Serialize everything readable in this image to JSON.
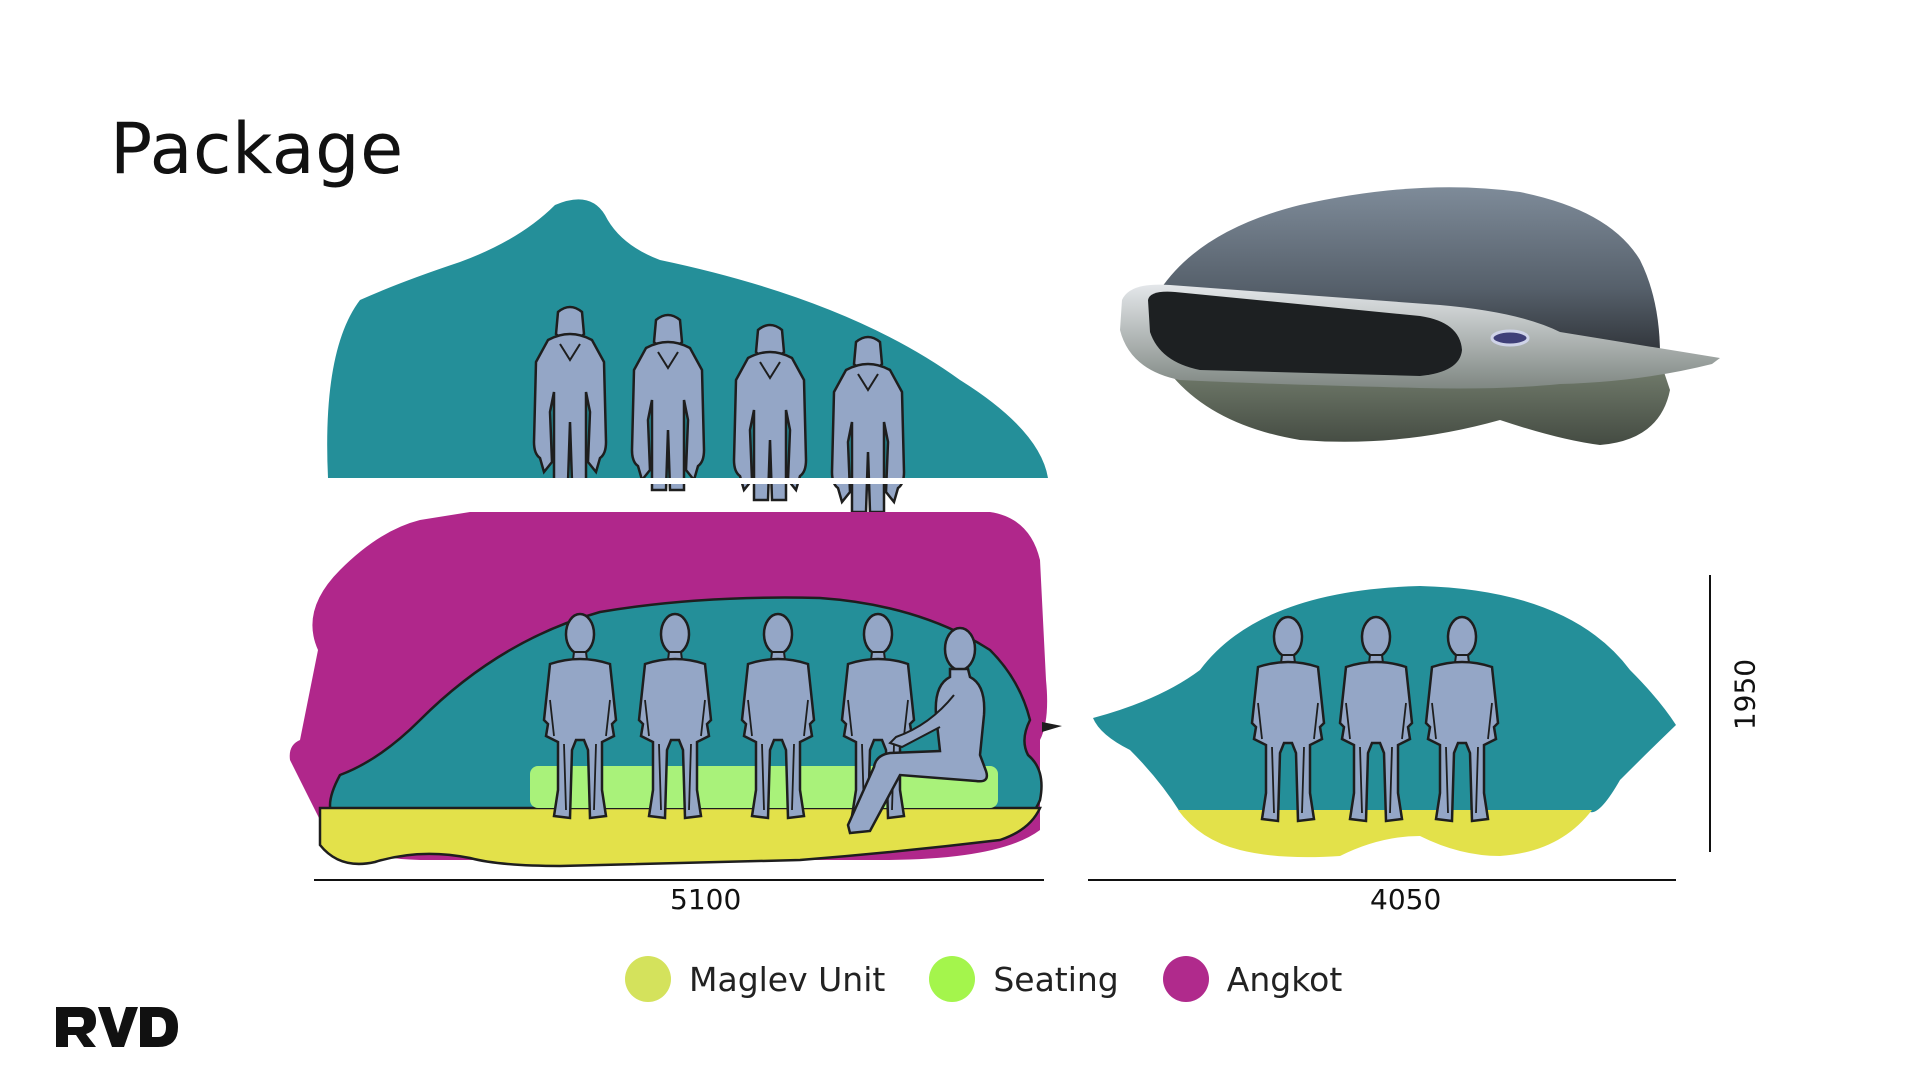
{
  "title": "Package",
  "dimensions": {
    "length": "5100",
    "width": "4050",
    "height": "1950"
  },
  "legend": [
    {
      "label": "Maglev Unit",
      "color": "#d4e25c"
    },
    {
      "label": "Seating",
      "color": "#a4f54c"
    },
    {
      "label": "Angkot",
      "color": "#b02a8c"
    }
  ],
  "colors": {
    "body_teal": "#248f99",
    "maglev_yellow": "#e3e14a",
    "seating_green": "#a9f27a",
    "angkot_magenta": "#b0278b",
    "figure_fill": "#94a6c6"
  },
  "logo": "RVD"
}
